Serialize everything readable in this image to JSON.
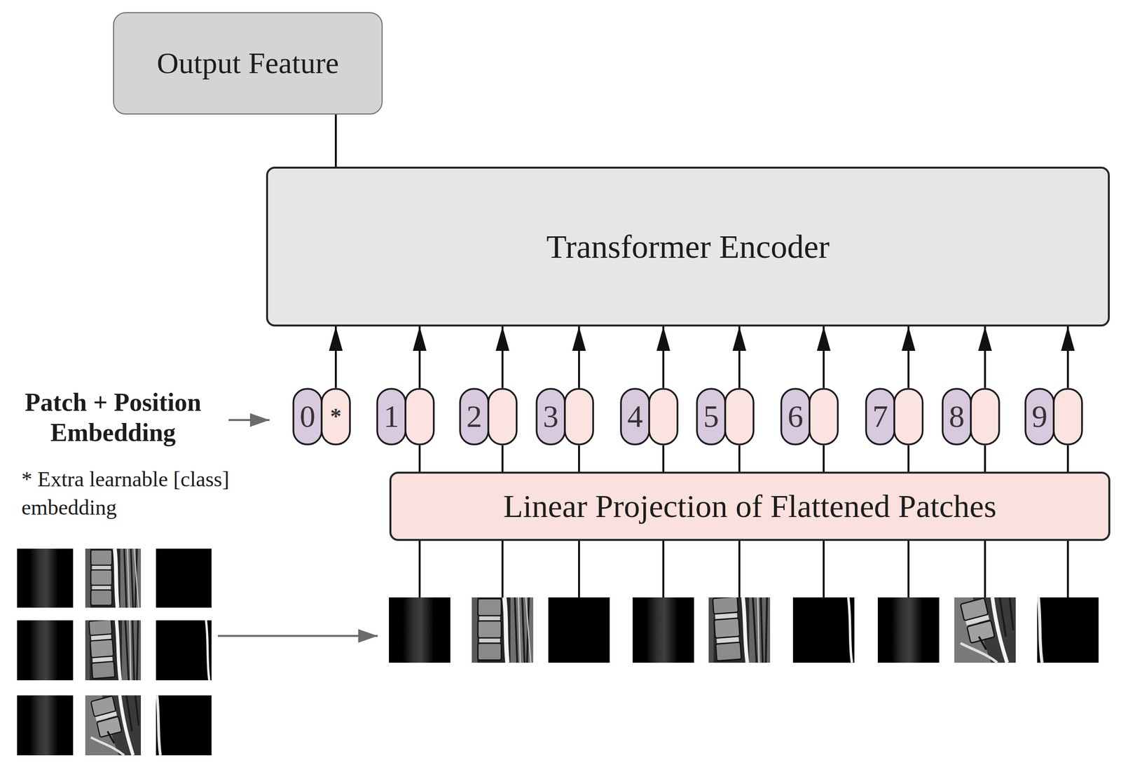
{
  "diagram": {
    "nodes": [
      {
        "text": [
          "Output Feature"
        ]
      },
      {
        "text": [
          "Transformer Encoder"
        ]
      },
      {
        "text": [
          "0",
          "*"
        ]
      },
      {
        "text": [
          "1"
        ]
      },
      {
        "text": [
          "2"
        ]
      },
      {
        "text": [
          "3"
        ]
      },
      {
        "text": [
          "4"
        ]
      },
      {
        "text": [
          "5"
        ]
      },
      {
        "text": [
          "6"
        ]
      },
      {
        "text": [
          "7"
        ]
      },
      {
        "text": [
          "8"
        ]
      },
      {
        "text": [
          "9"
        ]
      },
      {
        "text": [
          "Linear Projection of Flattened Patches"
        ]
      }
    ],
    "edges": [
      {
        "from": 1,
        "to": 0,
        "arrow": "none"
      },
      {
        "from": 2,
        "to": 1,
        "arrow": "to"
      },
      {
        "from": 3,
        "to": 1,
        "arrow": "to"
      },
      {
        "from": 4,
        "to": 1,
        "arrow": "to"
      },
      {
        "from": 5,
        "to": 1,
        "arrow": "to"
      },
      {
        "from": 6,
        "to": 1,
        "arrow": "to"
      },
      {
        "from": 7,
        "to": 1,
        "arrow": "to"
      },
      {
        "from": 8,
        "to": 1,
        "arrow": "to"
      },
      {
        "from": 9,
        "to": 1,
        "arrow": "to"
      },
      {
        "from": 10,
        "to": 1,
        "arrow": "to"
      },
      {
        "from": 11,
        "to": 1,
        "arrow": "to"
      },
      {
        "from": 12,
        "to": 3,
        "arrow": "none"
      },
      {
        "from": 12,
        "to": 4,
        "arrow": "none"
      },
      {
        "from": 12,
        "to": 5,
        "arrow": "none"
      },
      {
        "from": 12,
        "to": 6,
        "arrow": "none"
      },
      {
        "from": 12,
        "to": 7,
        "arrow": "none"
      },
      {
        "from": 12,
        "to": 8,
        "arrow": "none"
      },
      {
        "from": 12,
        "to": 9,
        "arrow": "none"
      },
      {
        "from": 12,
        "to": 10,
        "arrow": "none"
      },
      {
        "from": 12,
        "to": 11,
        "arrow": "none"
      }
    ],
    "labels": [
      "Patch + Position Embedding",
      "* Extra learnable [class] embedding"
    ]
  }
}
